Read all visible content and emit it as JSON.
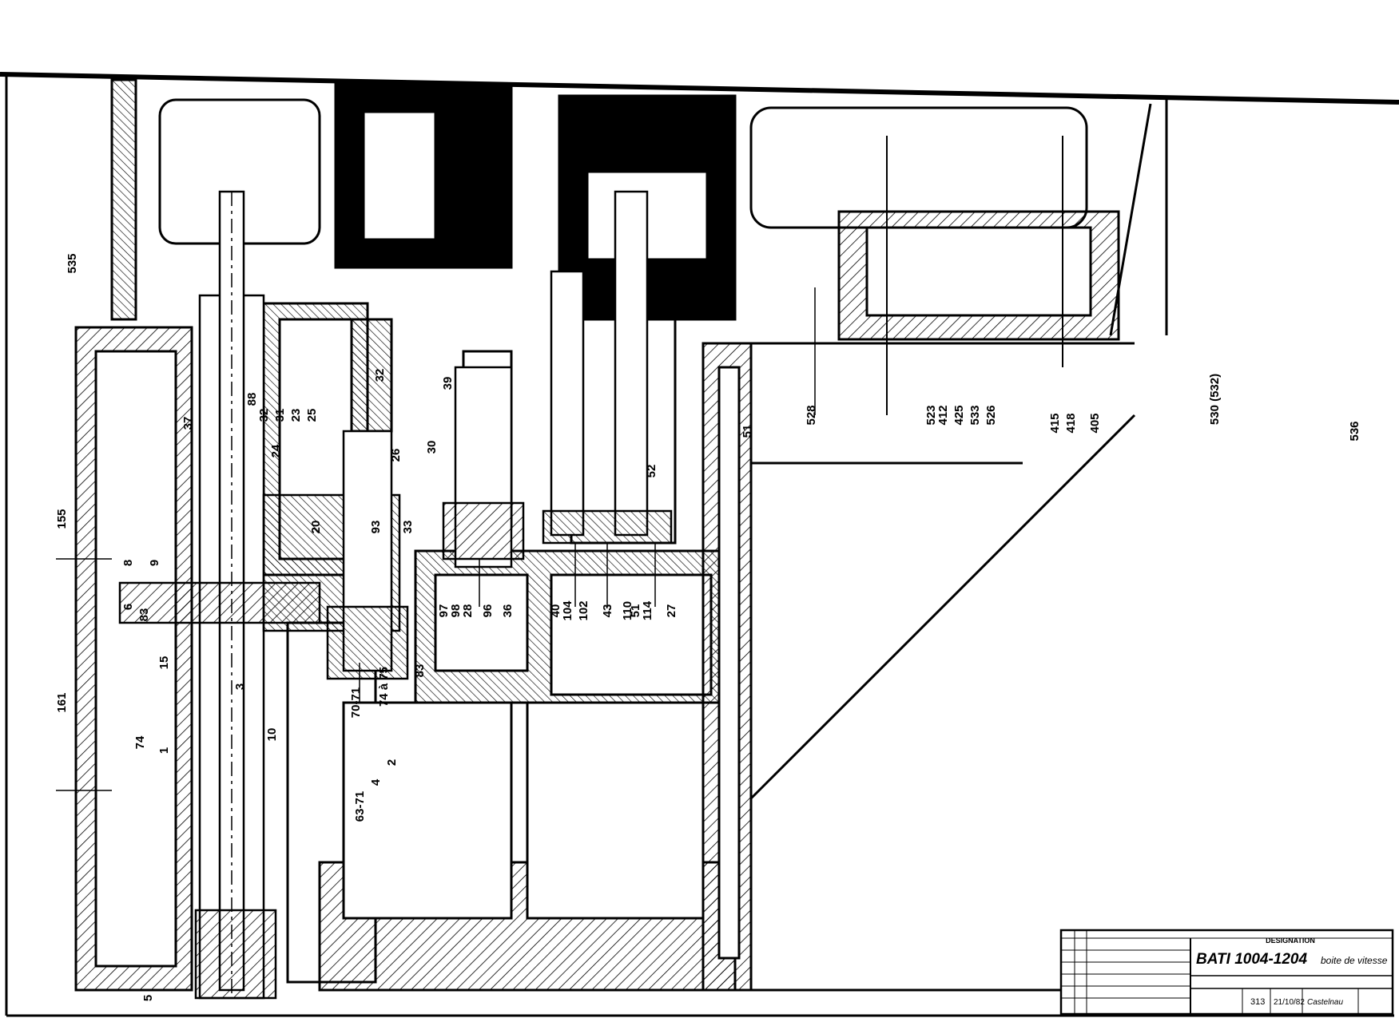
{
  "drawing": {
    "part_labels": [
      "155",
      "8",
      "9",
      "6",
      "83",
      "15",
      "161",
      "74",
      "1",
      "3",
      "10",
      "63-71",
      "4",
      "2",
      "5",
      "20",
      "93",
      "33",
      "70-71",
      "74 à 75",
      "83",
      "37",
      "88",
      "32",
      "31",
      "24",
      "23",
      "25",
      "26",
      "30",
      "32",
      "39",
      "97",
      "98",
      "28",
      "96",
      "36",
      "40",
      "104",
      "102",
      "43",
      "110",
      "51",
      "114",
      "27",
      "51",
      "52",
      "528",
      "523",
      "412",
      "425",
      "533",
      "526",
      "415",
      "418",
      "405",
      "530 (532)",
      "536",
      "535"
    ]
  },
  "title_block": {
    "heading": "DESIGNATION",
    "title": "BATI 1004-1204",
    "subtitle": "boite de vitesse",
    "number": "313",
    "date": "21/10/82",
    "drawn_by": "Castelnau"
  }
}
